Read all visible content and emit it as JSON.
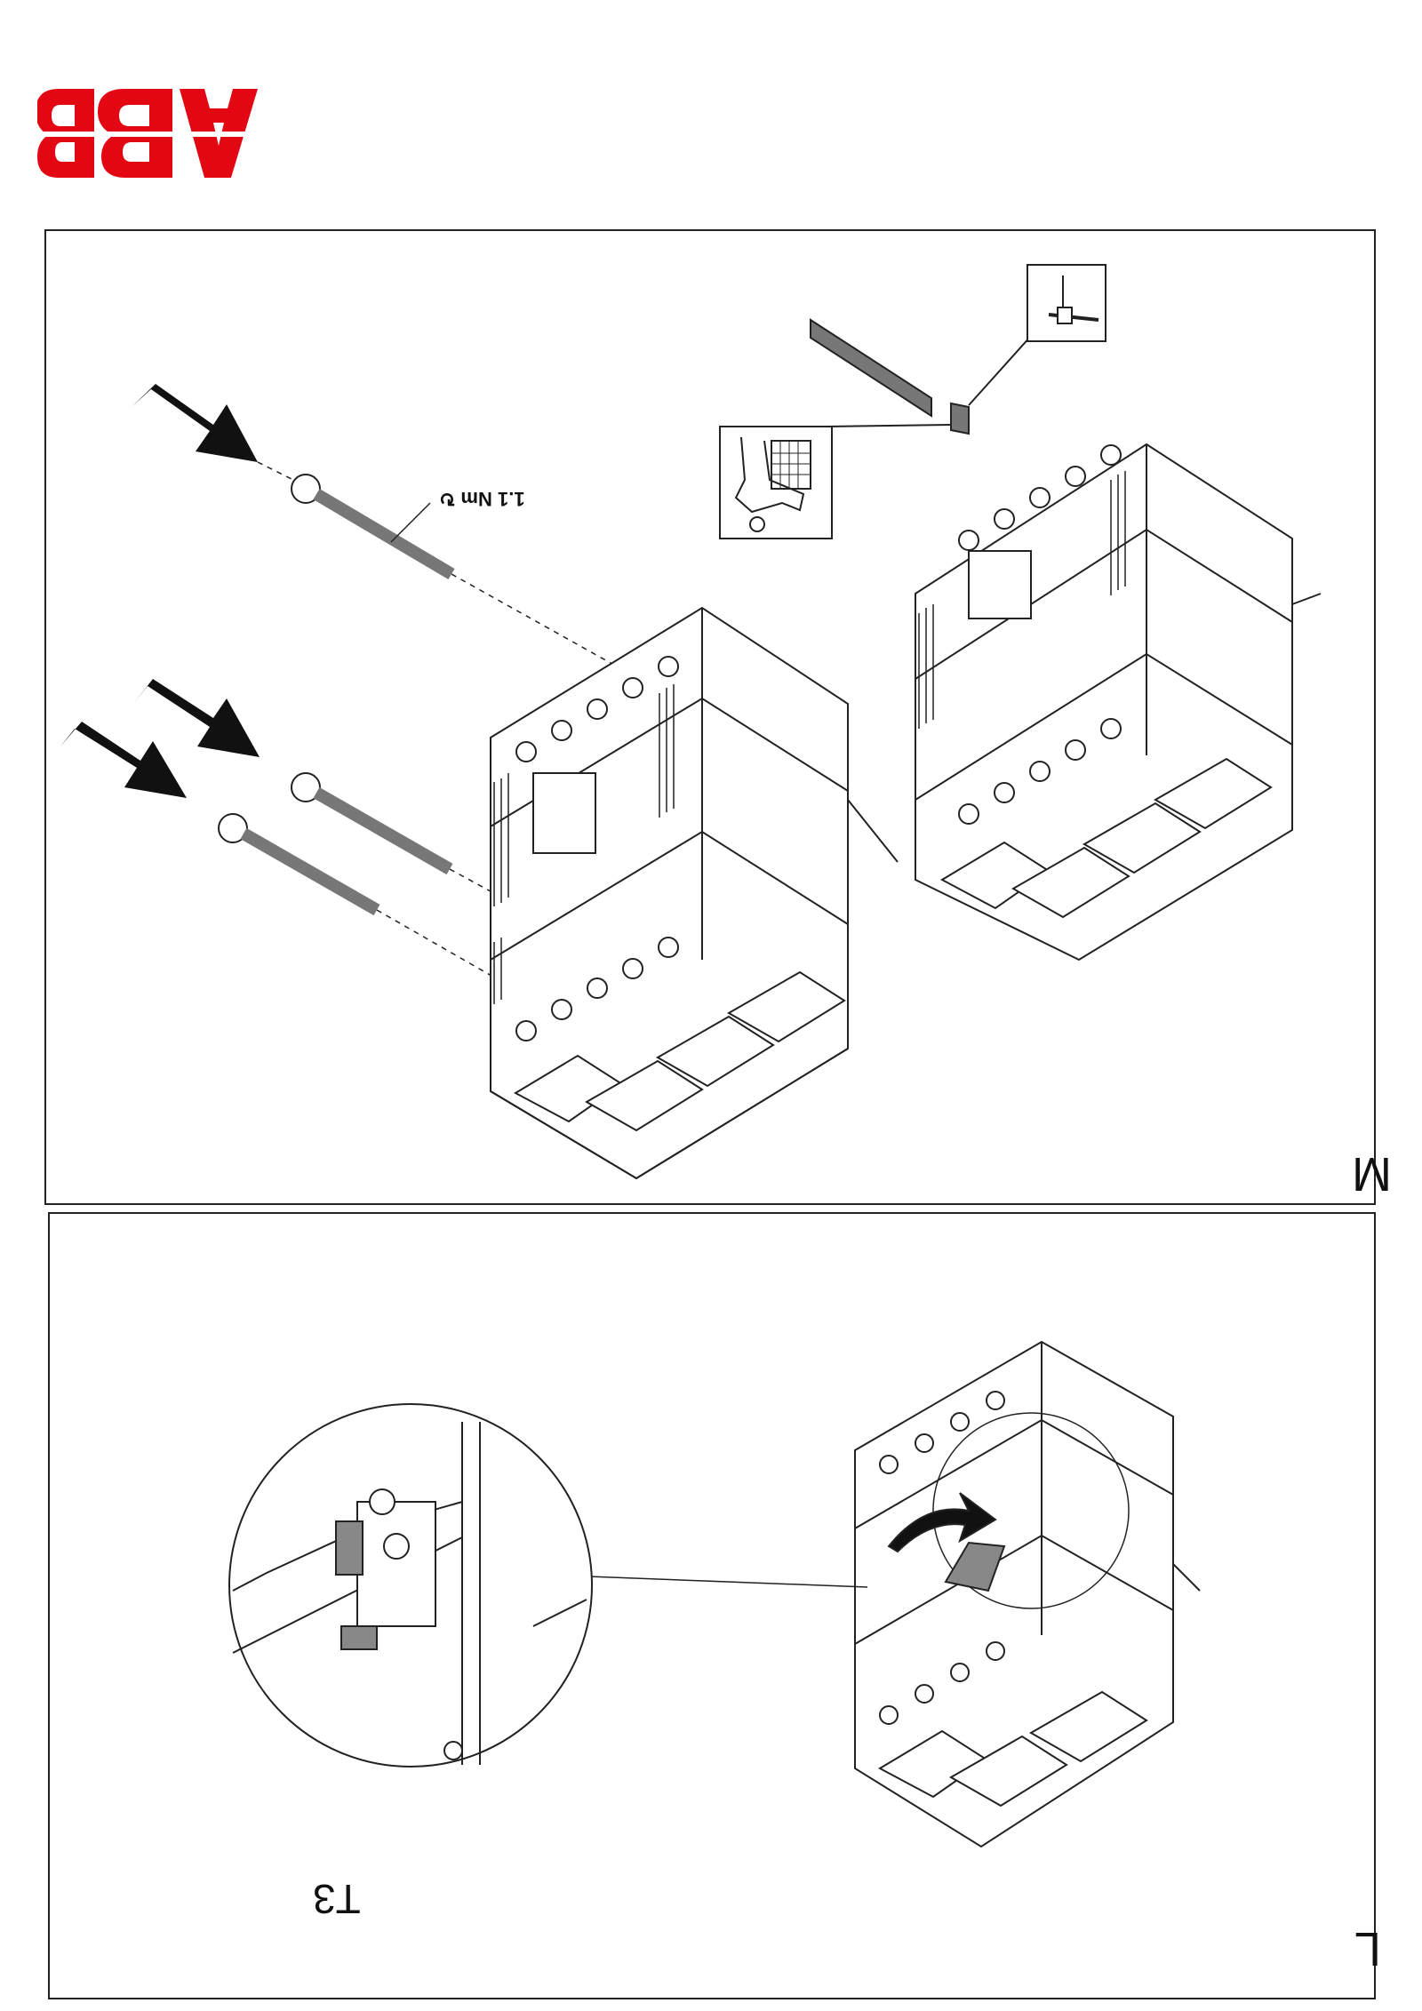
{
  "brand": {
    "logo_text": "ABB",
    "color": "#e30613"
  },
  "panels": [
    {
      "id": "M",
      "label": "M",
      "annotation_torque": "1.1 Nm"
    },
    {
      "id": "L",
      "label": "L",
      "product_label": "T3"
    }
  ],
  "icons": [
    "upside-down-rotation-arrow-icon",
    "screw-icon",
    "insertion-arrow-icon",
    "gloves-ppe-icon",
    "handle-tool-icon"
  ]
}
